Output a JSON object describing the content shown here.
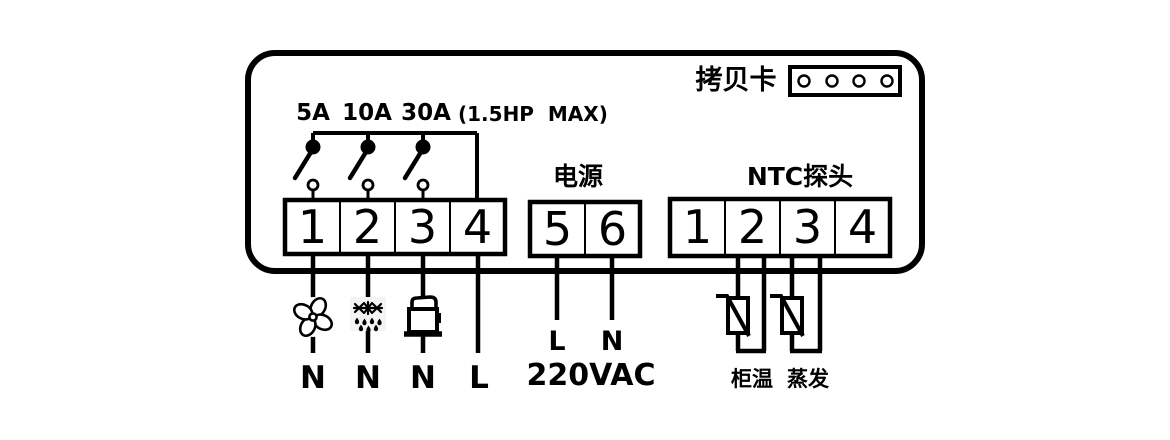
{
  "copy_card": {
    "label": "拷贝卡",
    "pin_count": 4
  },
  "relay_outputs": {
    "ratings": [
      "5A",
      "10A",
      "30A"
    ],
    "ratings_note": "(1.5HP  MAX)",
    "terminals": [
      "1",
      "2",
      "3",
      "4"
    ],
    "wire_labels": [
      "N",
      "N",
      "N",
      "L"
    ],
    "load_icons": [
      "fan-icon",
      "defrost-icon",
      "compressor-icon"
    ]
  },
  "power": {
    "label": "电源",
    "terminals": [
      "5",
      "6"
    ],
    "wire_labels": [
      "L",
      "N"
    ],
    "voltage": "220VAC"
  },
  "ntc": {
    "label": "NTC探头",
    "terminals": [
      "1",
      "2",
      "3",
      "4"
    ],
    "probe_labels": [
      "柜温",
      "蒸发"
    ]
  },
  "colors": {
    "ink": "#000000",
    "background": "#ffffff",
    "defrost_badge_bg": "#f4f4f4"
  }
}
